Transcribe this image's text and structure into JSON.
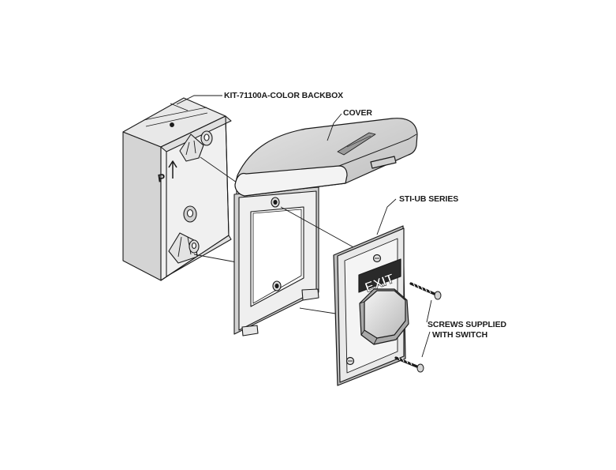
{
  "callouts": {
    "backbox": "KIT-71100A-COLOR BACKBOX",
    "cover": "COVER",
    "series": "STI-UB SERIES",
    "screws_line1": "SCREWS SUPPLIED",
    "screws_line2": "WITH SWITCH"
  },
  "backbox_marking": "P",
  "switch_label": "EXIT",
  "colors": {
    "line": "#1a1a1a",
    "box_shade": "#d9d9d9",
    "box_face": "#f2f2f2",
    "plate_shade": "#cfcfcf",
    "dark": "#2a2a2a"
  }
}
